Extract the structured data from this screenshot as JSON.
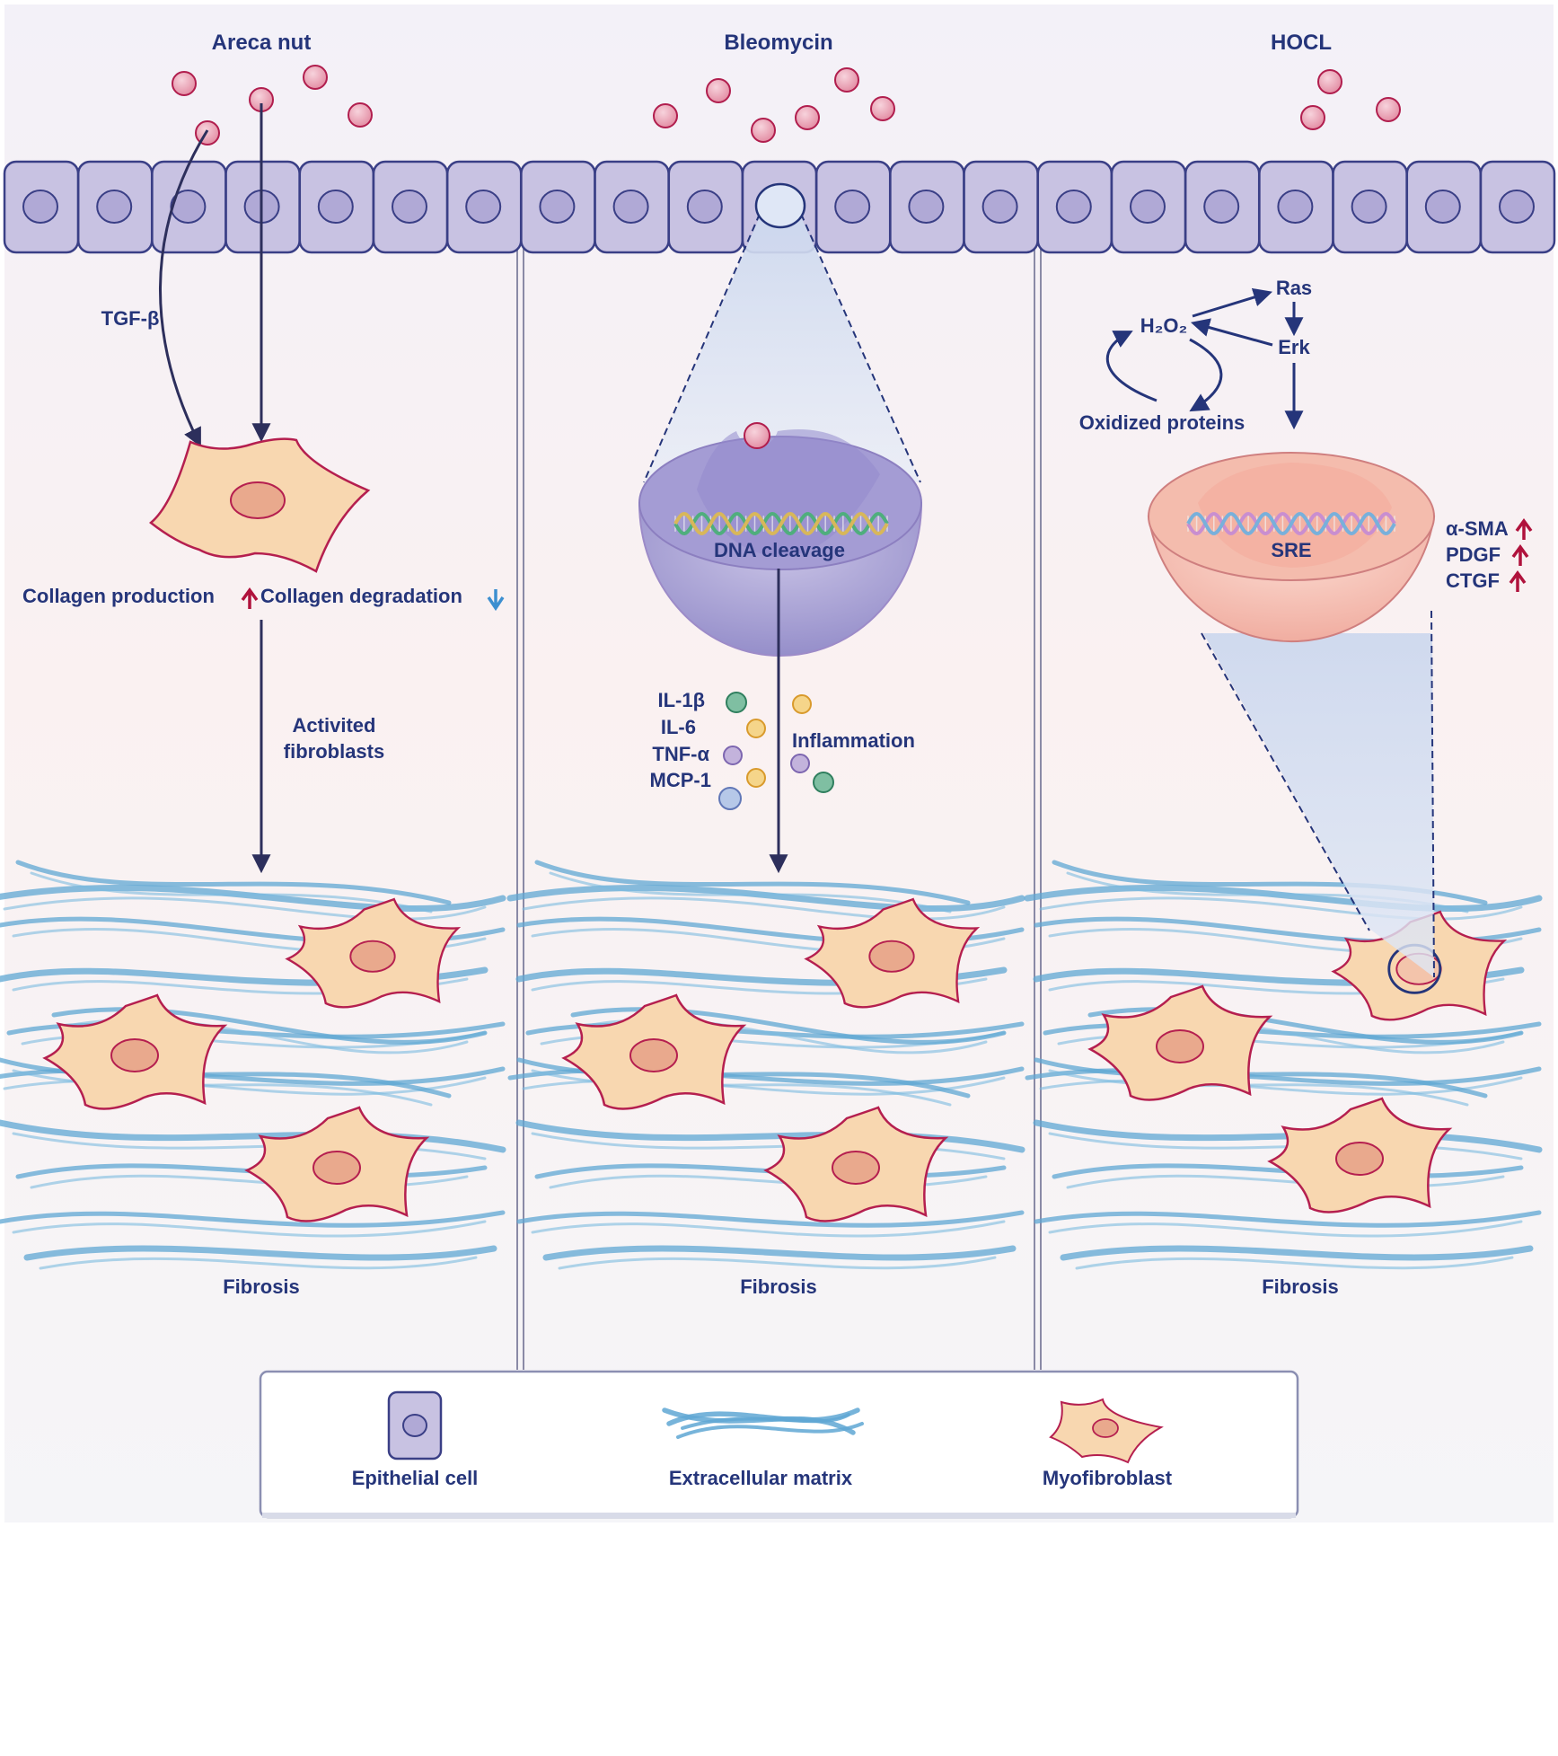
{
  "colors": {
    "text": "#25357a",
    "up_arrow": "#b0123c",
    "down_arrow": "#3d8fd0",
    "particle": "#e7a3b4",
    "epithelial_cell": "#c8c2e2",
    "fibroblast": "#f8d7b0",
    "fiber": "#5fa7d3",
    "nucleus_cell": "#e0a080"
  },
  "panels": {
    "areca": {
      "title": "Areca nut",
      "tgf_label": "TGF-β",
      "collagen_production": "Collagen production",
      "collagen_degradation": "Collagen degradation",
      "activated_line1": "Activited",
      "activated_line2": "fibroblasts",
      "outcome": "Fibrosis"
    },
    "bleomycin": {
      "title": "Bleomycin",
      "dna_label": "DNA cleavage",
      "cytokines": [
        "IL-1β",
        "IL-6",
        "TNF-α",
        "MCP-1"
      ],
      "inflammation": "Inflammation",
      "outcome": "Fibrosis"
    },
    "hocl": {
      "title": "HOCL",
      "ras": "Ras",
      "erk": "Erk",
      "h2o2": "H₂O₂",
      "oxidized": "Oxidized proteins",
      "sre": "SRE",
      "markers": [
        "α-SMA",
        "PDGF",
        "CTGF"
      ],
      "outcome": "Fibrosis"
    }
  },
  "legend": {
    "epithelial": "Epithelial cell",
    "ecm": "Extracellular matrix",
    "myofibroblast": "Myofibroblast"
  }
}
